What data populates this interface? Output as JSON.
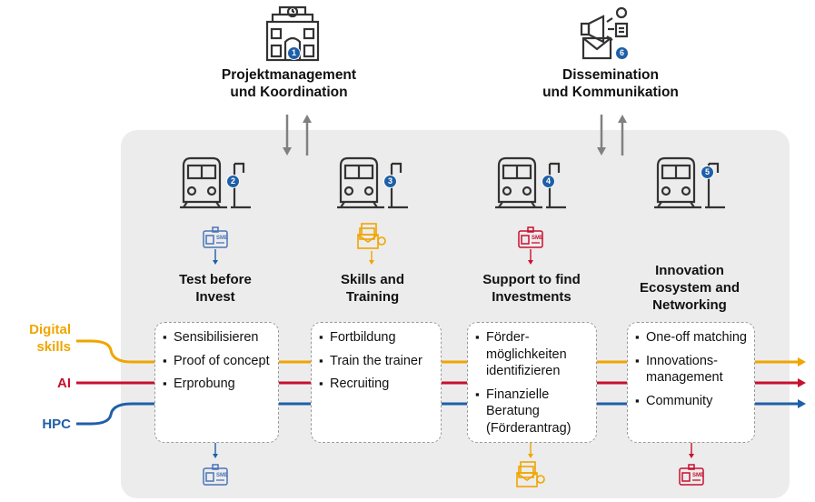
{
  "top": [
    {
      "number": "1",
      "title": "Projektmanagement\nund Koordination"
    },
    {
      "number": "6",
      "title": "Dissemination\nund Kommunikation"
    }
  ],
  "columns": [
    {
      "number": "2",
      "title": "Test before\nInvest",
      "items": [
        "Sensibilisieren",
        "Proof of concept",
        "Erprobung"
      ]
    },
    {
      "number": "3",
      "title": "Skills and\nTraining",
      "items": [
        "Fortbildung",
        "Train the trainer",
        "Recruiting"
      ]
    },
    {
      "number": "4",
      "title": "Support to find\nInvestments",
      "items": [
        "Förder-möglichkeiten identifizieren",
        "Finanzielle Beratung (Förderantrag)"
      ]
    },
    {
      "number": "5",
      "title": "Innovation\nEcosystem and\nNetworking",
      "items": [
        "One-off matching",
        "Innovations-management",
        "Community"
      ]
    }
  ],
  "streams": [
    {
      "label": "Digital\nskills",
      "color": "#f0a500"
    },
    {
      "label": "AI",
      "color": "#c8102e"
    },
    {
      "label": "HPC",
      "color": "#1f5fa8"
    }
  ],
  "badge_labels": {
    "sme": "SME"
  },
  "colors": {
    "panel": "#ececec",
    "badge": "#1f5fa8",
    "icon": "#333333",
    "arrow": "#808080"
  }
}
